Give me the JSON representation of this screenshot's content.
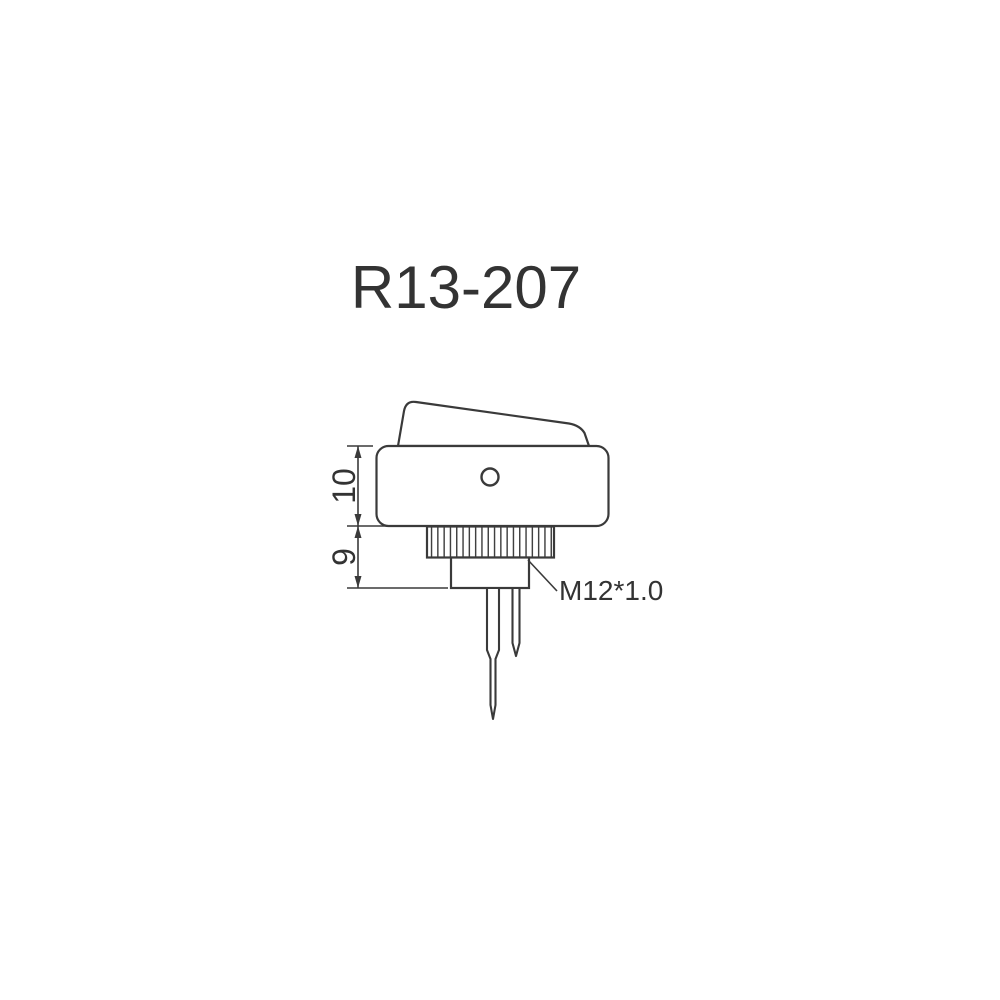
{
  "title": "R13-207",
  "diagram": {
    "subject": "rocker switch side-view technical drawing",
    "dimension_labels": {
      "body_height": "10",
      "bushing_height": "9",
      "thread_spec": "M12*1.0"
    }
  },
  "colors": {
    "line": "#3a3a3a",
    "background": "#ffffff"
  }
}
